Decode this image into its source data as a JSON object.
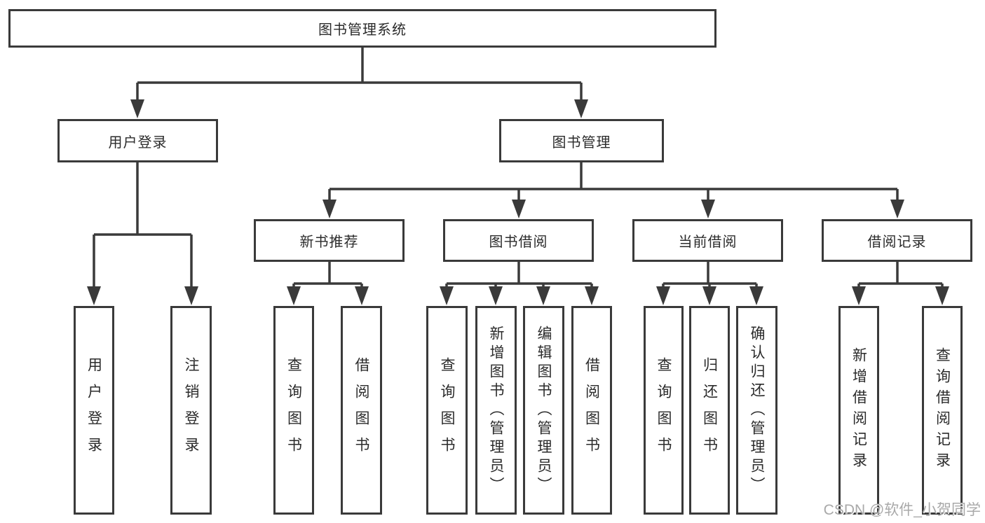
{
  "colors": {
    "line": "#3a3a3a",
    "text": "#2b2b2b",
    "watermark": "#a9a9a9"
  },
  "nodes": {
    "root": "图书管理系统",
    "user_login": "用户登录",
    "book_mgmt": "图书管理",
    "new_book_rec": "新书推荐",
    "book_borrow": "图书借阅",
    "current_borrow": "当前借阅",
    "borrow_records": "借阅记录",
    "leaf_login": "用户登录",
    "leaf_logout": "注销登录",
    "leaf_rec_query": "查询图书",
    "leaf_rec_borrow": "借阅图书",
    "leaf_bb_query": "查询图书",
    "leaf_bb_add": "新增图书（管理员）",
    "leaf_bb_edit": "编辑图书（管理员）",
    "leaf_bb_borrow": "借阅图书",
    "leaf_cb_query": "查询图书",
    "leaf_cb_return": "归还图书",
    "leaf_cb_confirm": "确认归还（管理员）",
    "leaf_br_add": "新增借阅记录",
    "leaf_br_query": "查询借阅记录"
  },
  "watermark": "CSDN @软件_小贺同学"
}
